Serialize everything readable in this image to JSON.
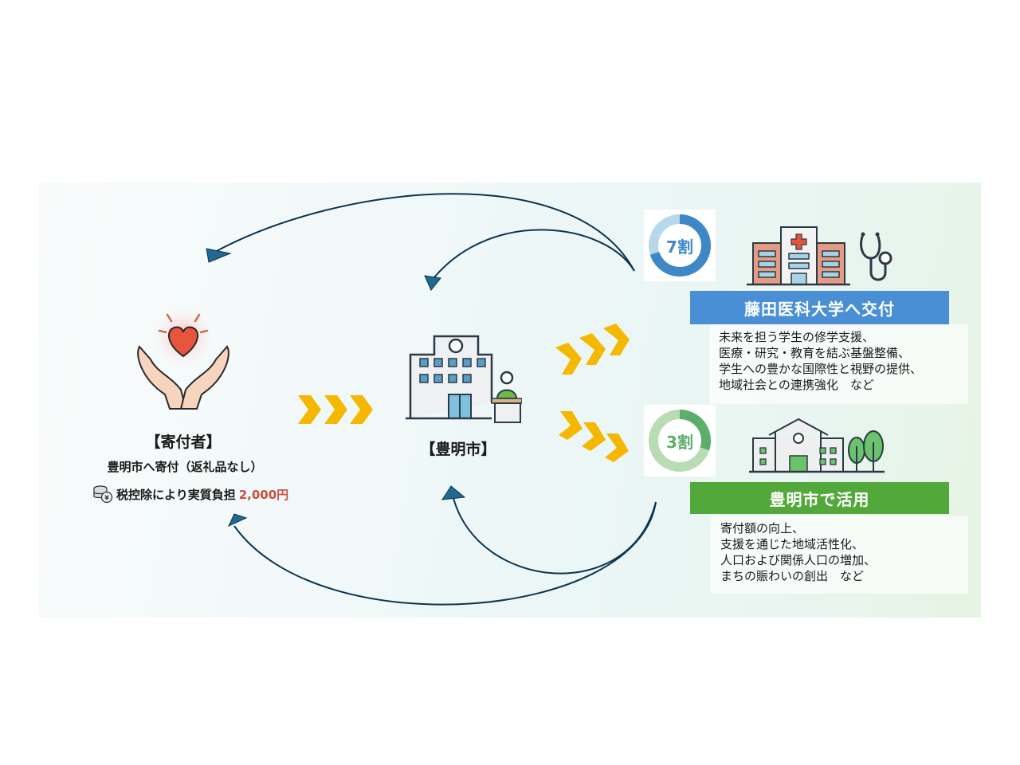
{
  "donor": {
    "title": "【寄付者】",
    "subtitle": "豊明市へ寄付（返礼品なし）",
    "tax_text": "税控除により実質負担",
    "tax_amount": "2,000円",
    "icons": [
      "hands-heart-icon",
      "coins-yen-icon"
    ]
  },
  "city": {
    "title": "【豊明市】",
    "icon": "city-hall-reception-icon"
  },
  "university": {
    "share": "7割",
    "share_value": 70,
    "banner": "藤田医科大学へ交付",
    "color": "#4a8fd6",
    "lines": [
      "未来を担う学生の修学支援、",
      "医療・研究・教育を結ぶ基盤整備、",
      "学生への豊かな国際性と視野の提供、",
      "地域社会との連携強化　など"
    ],
    "icons": [
      "hospital-icon",
      "stethoscope-icon"
    ]
  },
  "local_use": {
    "share": "3割",
    "share_value": 30,
    "banner": "豊明市で活用",
    "color": "#52a83a",
    "lines": [
      "寄付額の向上、",
      "支援を通じた地域活性化、",
      "人口および関係人口の増加、",
      "まちの賑わいの創出　など"
    ],
    "icons": [
      "school-building-icon",
      "trees-icon"
    ]
  },
  "colors": {
    "chevron": "#f5b800",
    "arrow": "#0d3550",
    "arrowhead": "#1e6a90",
    "amount": "#c9503f",
    "donut_blue_dark": "#3f88c8",
    "donut_blue_light": "#b6d8ea",
    "donut_green_dark": "#5cae6a",
    "donut_green_light": "#b9dcb4"
  }
}
